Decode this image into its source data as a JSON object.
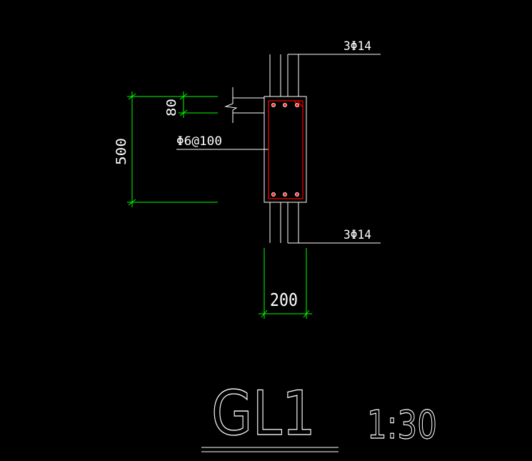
{
  "drawing": {
    "title": "GL1",
    "scale": "1:30"
  },
  "annotations": {
    "top_rebar": "3Φ14",
    "bottom_rebar": "3Φ14",
    "stirrup": "Φ6@100"
  },
  "dimensions": {
    "height": "500",
    "slab_thickness": "80",
    "width": "200"
  },
  "colors": {
    "background": "#000000",
    "line_work": "#ffffff",
    "dimension_lines": "#00ff00",
    "stirrup": "#ff0000"
  }
}
